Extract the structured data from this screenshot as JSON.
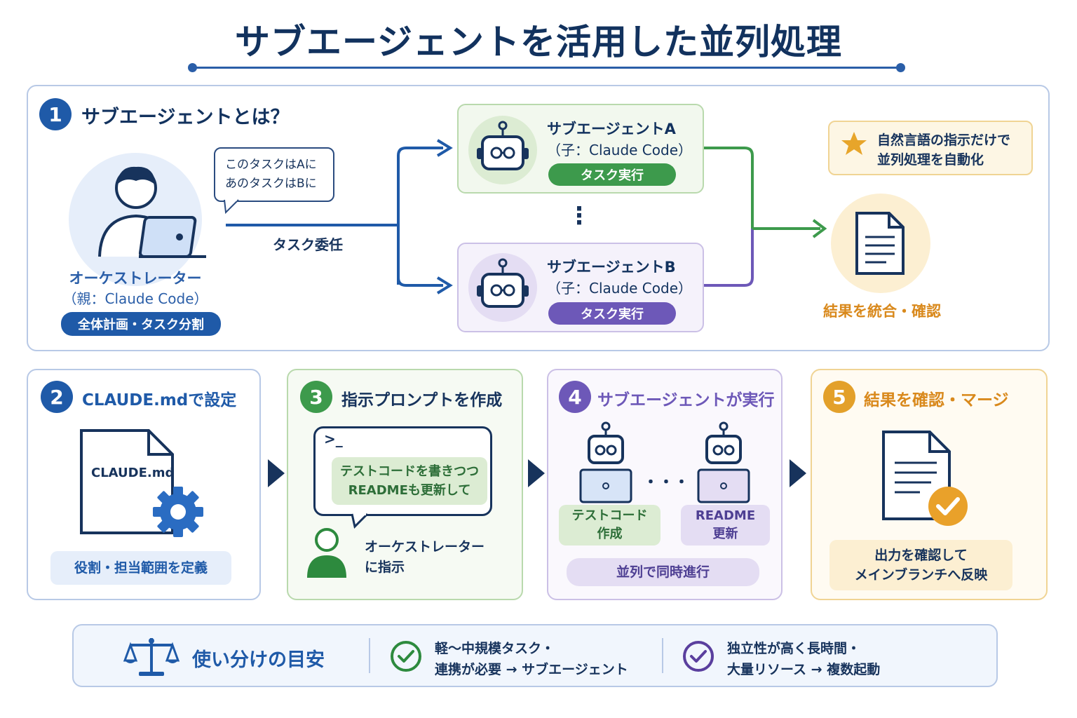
{
  "title": "サブエージェントを活用した並列処理",
  "section1": {
    "number": "1",
    "heading": "サブエージェントとは？",
    "speech_line1": "このタスクはAに",
    "speech_line2": "あのタスクはBに",
    "delegate_label": "タスク委任",
    "orchestrator_name": "オーケストレーター",
    "orchestrator_sub": "（親：Claude Code）",
    "orchestrator_role": "全体計画・タスク分割",
    "agent_a": {
      "name": "サブエージェントA",
      "sub": "（子：Claude Code）",
      "pill": "タスク実行"
    },
    "agent_b": {
      "name": "サブエージェントB",
      "sub": "（子：Claude Code）",
      "pill": "タスク実行"
    },
    "vertical_dots": "⋮",
    "note_line1": "自然言語の指示だけで",
    "note_line2": "並列処理を自動化",
    "result_label": "結果を統合・確認"
  },
  "steps": [
    {
      "number": "2",
      "heading": "CLAUDE.mdで設定",
      "file_label": "CLAUDE.md",
      "caption": "役割・担当範囲を定義"
    },
    {
      "number": "3",
      "heading": "指示プロンプトを作成",
      "prompt_symbol": ">_",
      "bubble_line1": "テストコードを書きつつ",
      "bubble_line2": "READMEも更新して",
      "person_line1": "オーケストレーター",
      "person_line2": "に指示"
    },
    {
      "number": "4",
      "heading": "サブエージェントが実行",
      "task1_line1": "テストコード",
      "task1_line2": "作成",
      "task2_line1": "README",
      "task2_line2": "更新",
      "dots": "・・・",
      "caption": "並列で同時進行"
    },
    {
      "number": "5",
      "heading": "結果を確認・マージ",
      "caption_line1": "出力を確認して",
      "caption_line2": "メインブランチへ反映"
    }
  ],
  "guide": {
    "label": "使い分けの目安",
    "item1_line1": "軽〜中規模タスク・",
    "item1_line2": "連携が必要 → サブエージェント",
    "item2_line1": "独立性が高く長時間・",
    "item2_line2": "大量リソース → 複数起動"
  },
  "colors": {
    "navy": "#12325e",
    "blue": "#2a5ea8",
    "green": "#3d9a4c",
    "purple": "#6d58b8",
    "orange": "#e3a02a"
  }
}
